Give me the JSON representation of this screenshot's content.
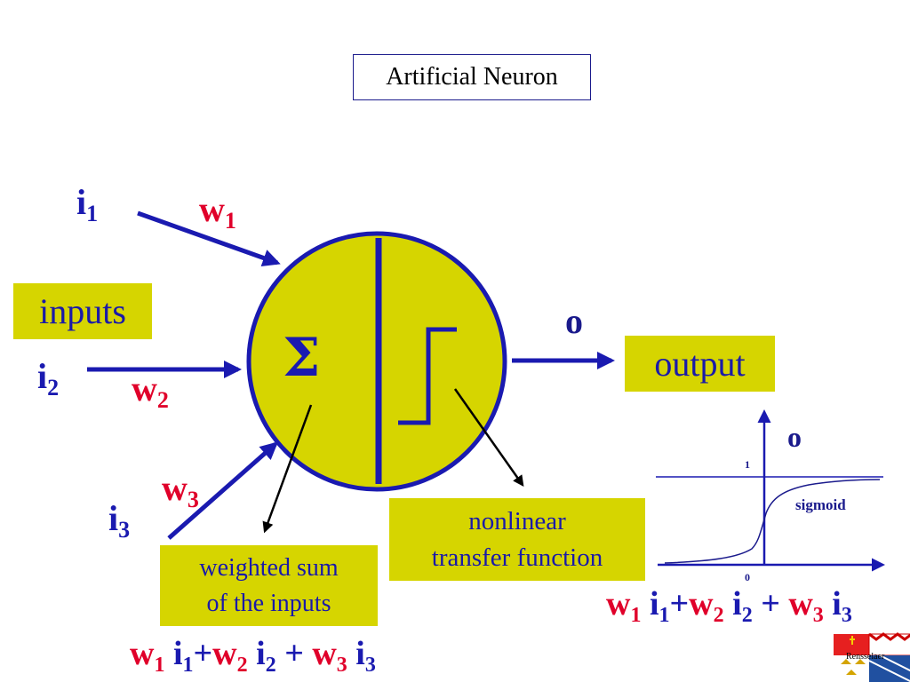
{
  "title": "Artificial Neuron",
  "labels": {
    "inputs": "inputs",
    "output": "output",
    "weighted_sum_line1": "weighted sum",
    "weighted_sum_line2": "of the inputs",
    "nonlinear_line1": "nonlinear",
    "nonlinear_line2": "transfer function",
    "sigma": "Σ",
    "o": "o",
    "o_graph": "o",
    "sigmoid": "sigmoid",
    "tick_1": "1",
    "tick_0": "0",
    "logo_text": "Rensselaer"
  },
  "symbols": {
    "i": "i",
    "w": "w",
    "sub1": "1",
    "sub2": "2",
    "sub3": "3"
  },
  "formula": {
    "w": "w",
    "i": "i",
    "plus": "+",
    "s1": "1",
    "s2": "2",
    "s3": "3"
  },
  "colors": {
    "blue": "#1a1ab0",
    "red": "#e0002a",
    "yellow": "#d6d500",
    "navy": "#1a1a8c"
  }
}
